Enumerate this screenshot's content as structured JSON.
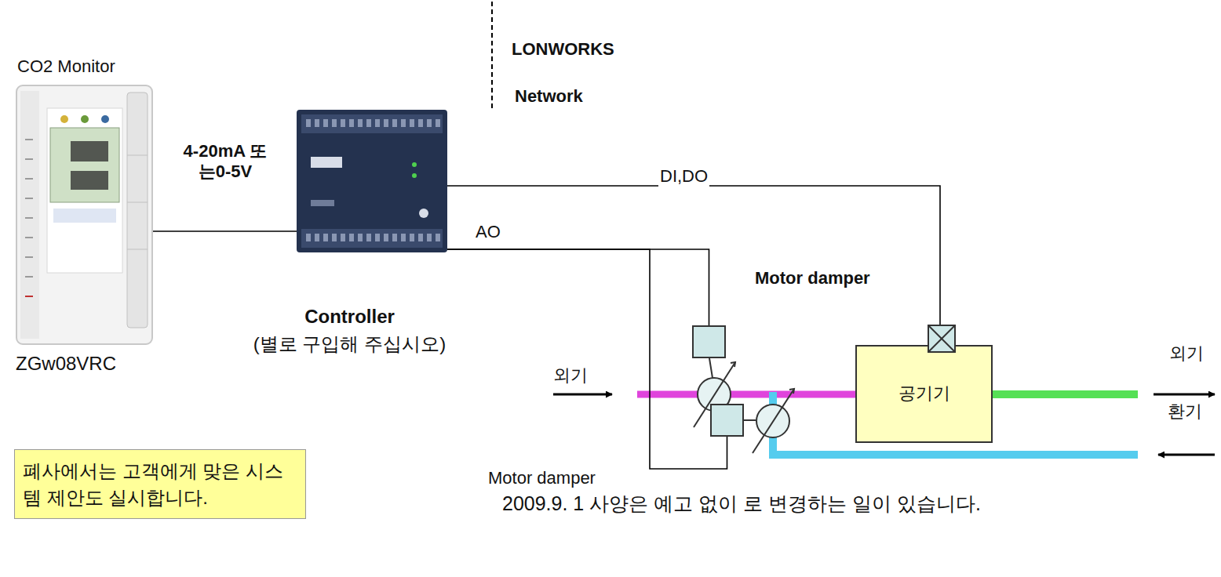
{
  "diagram": {
    "nodes": [
      {
        "text": [
          "CO2 Monitor",
          "ZGw08VRC"
        ]
      },
      {
        "text": [
          "Controller",
          "(별로 구입해 주십시오)"
        ]
      },
      {
        "text": [
          "Motor damper"
        ]
      },
      {
        "text": [
          "공기기"
        ]
      },
      {
        "text": [
          "폐사에서는 고객에게 맞은 시스템 제안도 실시합니다."
        ]
      },
      {
        "text": [
          "Motor damper"
        ]
      }
    ],
    "edges": [
      {
        "from": 0,
        "to": 1,
        "label": "4-20mA 또는0-5V",
        "arrow": "none"
      },
      {
        "from": 1,
        "to": 3,
        "label": "DI,DO",
        "arrow": "none"
      },
      {
        "from": 1,
        "to": 2,
        "label": "AO",
        "arrow": "none"
      },
      {
        "from": 1,
        "to": 5,
        "arrow": "none"
      }
    ],
    "labels": [
      "LONWORKS",
      "Network",
      "외기",
      "외기",
      "환기",
      "2009.9. 1 사양은 예고 없이 로 변경하는 일이 있습니다."
    ]
  }
}
